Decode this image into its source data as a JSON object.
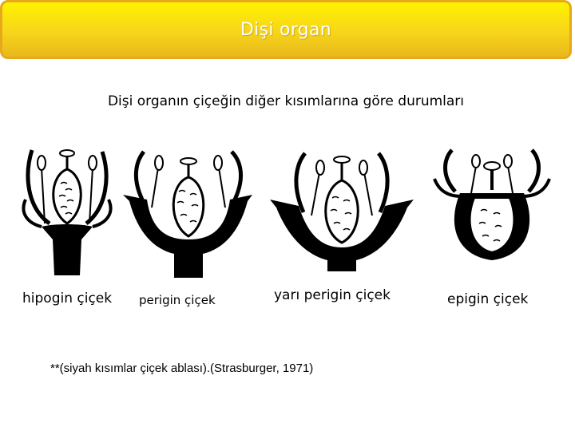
{
  "title": "Dişi organ",
  "subtitle": "Dişi organın çiçeğin diğer kısımlarına göre durumları",
  "figures": [
    {
      "icon": "hypogynous-flower-icon",
      "label": "hipogin çiçek"
    },
    {
      "icon": "perigynous-flower-icon",
      "label": "perigin çiçek"
    },
    {
      "icon": "half-perigynous-flower-icon",
      "label": "yarı perigin çiçek"
    },
    {
      "icon": "epigynous-flower-icon",
      "label": "epigin çiçek"
    }
  ],
  "footnote": "**(siyah kısımlar çiçek ablası).(Strasburger, 1971)",
  "colors": {
    "title_bar": "#f7d51a",
    "title_border": "#e6a91c",
    "title_text": "#ffffff",
    "receptacle": "#000000"
  }
}
